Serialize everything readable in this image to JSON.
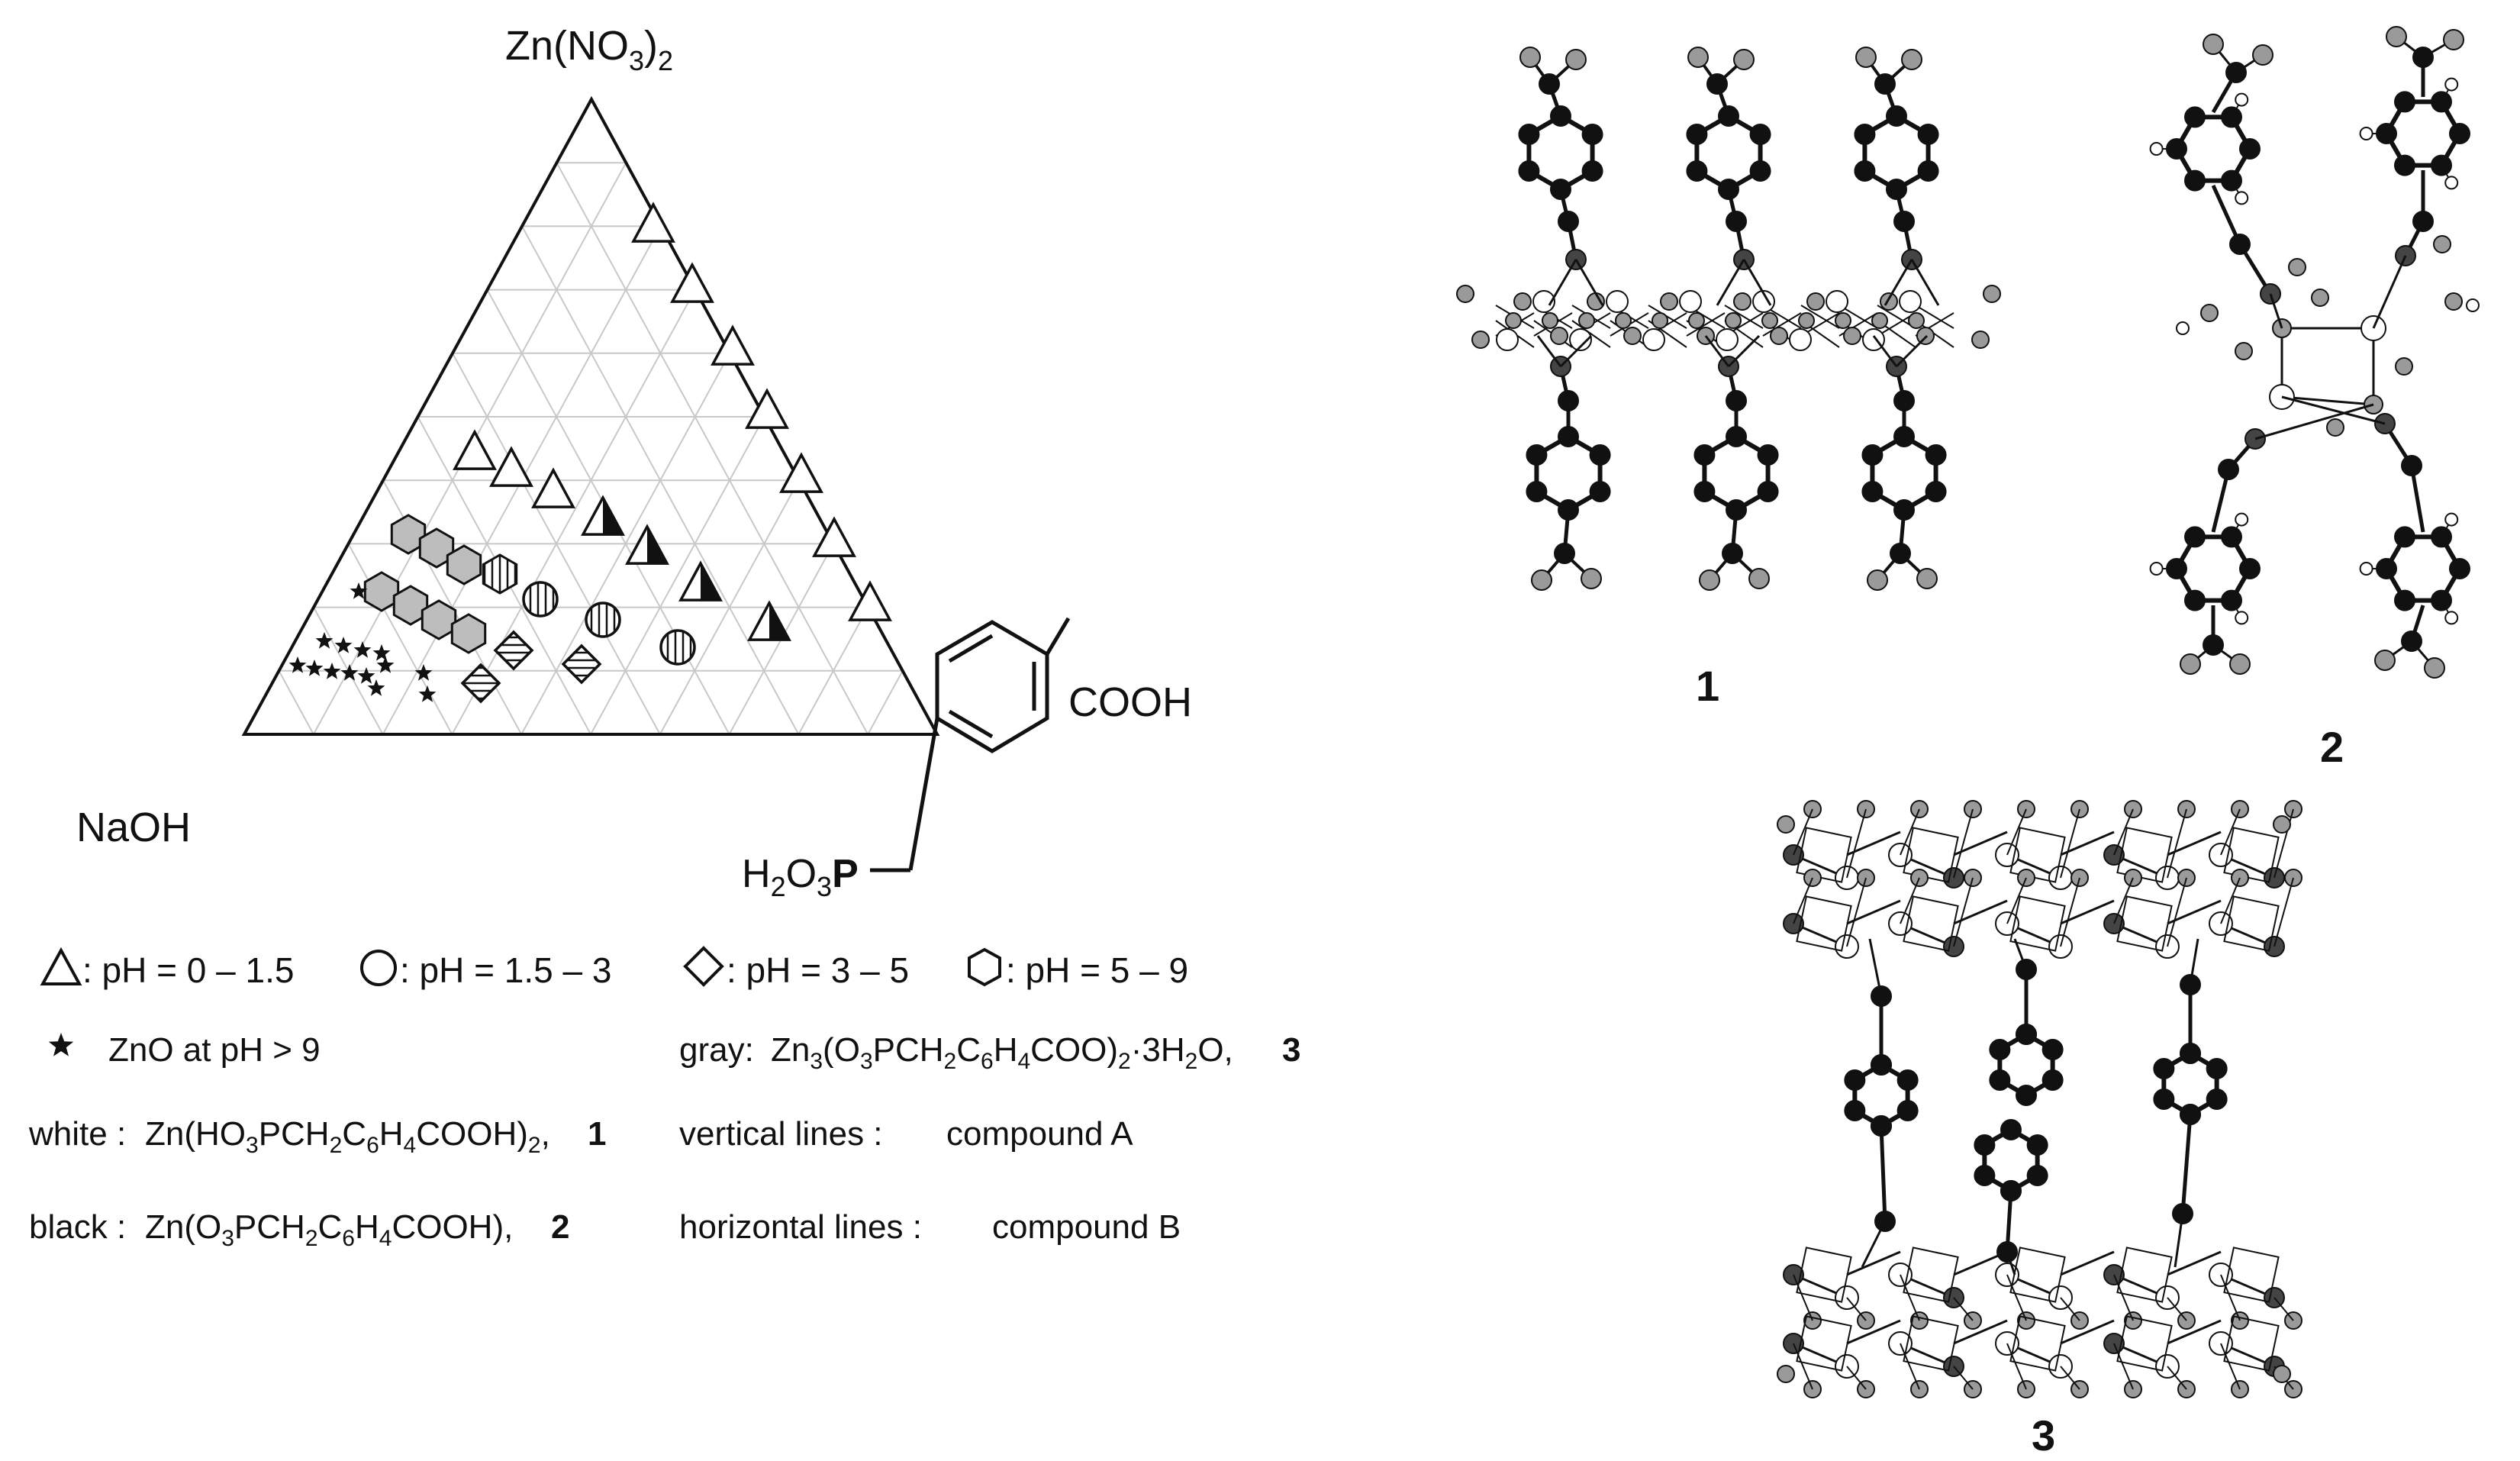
{
  "diagram": {
    "vertices": {
      "top": "Zn(NO3)2",
      "left": "NaOH",
      "right_ligand_acid": "COOH",
      "right_ligand_phosphonate": "H2O3P"
    },
    "legend": {
      "triangle": ": pH = 0 – 1.5",
      "circle": ": pH = 1.5 – 3",
      "diamond": ": pH = 3 – 5",
      "hexagon": ": pH = 5 – 9",
      "star": "ZnO  at  pH > 9",
      "gray_label": "gray:",
      "gray_formula": "Zn3(O3PCH2C6H4COO)2·3H2O,",
      "gray_num": "3",
      "white_label": "white :",
      "white_formula": "Zn(HO3PCH2C6H4COOH)2,",
      "white_num": "1",
      "black_label": "black :",
      "black_formula": "Zn(O3PCH2C6H4COOH),",
      "black_num": "2",
      "vertical_label": "vertical lines :",
      "vertical_value": "compound  A",
      "horizontal_label": "horizontal lines :",
      "horizontal_value": "compound  B"
    },
    "structures": {
      "s1": "1",
      "s2": "2",
      "s3": "3"
    },
    "colors": {
      "white_fill": "#ffffff",
      "black_fill": "#111111",
      "gray_fill": "#bdbdbd",
      "grid": "#c8c8c8"
    }
  }
}
